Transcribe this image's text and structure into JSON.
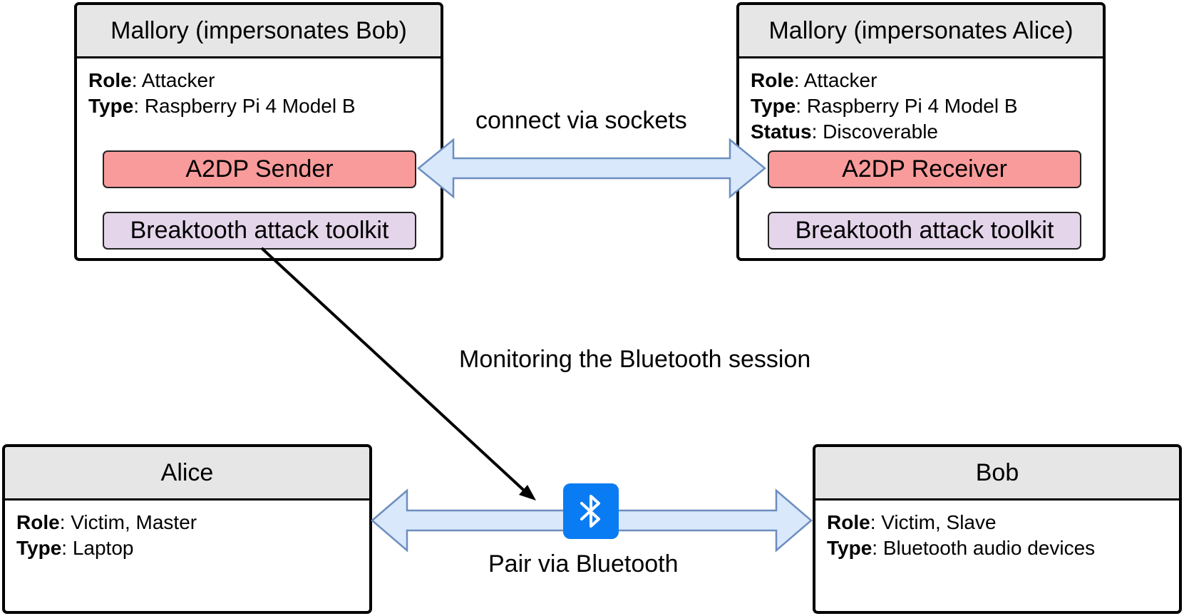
{
  "mallory_bob": {
    "title": "Mallory (impersonates Bob)",
    "role_key": "Role",
    "role_val": ": Attacker",
    "type_key": "Type",
    "type_val": ": Raspberry Pi 4 Model B",
    "sender": "A2DP Sender",
    "toolkit": "Breaktooth attack toolkit"
  },
  "mallory_alice": {
    "title": "Mallory (impersonates Alice)",
    "role_key": "Role",
    "role_val": ": Attacker",
    "type_key": "Type",
    "type_val": ": Raspberry Pi 4 Model B",
    "status_key": "Status",
    "status_val": ": Discoverable",
    "receiver": "A2DP Receiver",
    "toolkit": "Breaktooth attack toolkit"
  },
  "alice": {
    "title": "Alice",
    "role_key": "Role",
    "role_val": ": Victim, Master",
    "type_key": "Type",
    "type_val": ": Laptop"
  },
  "bob": {
    "title": "Bob",
    "role_key": "Role",
    "role_val": ": Victim, Slave",
    "type_key": "Type",
    "type_val": ": Bluetooth audio devices"
  },
  "labels": {
    "sockets": "connect via sockets",
    "monitoring": "Monitoring the Bluetooth session",
    "pair": "Pair via Bluetooth"
  },
  "icons": {
    "bluetooth": "bluetooth-icon"
  },
  "colors": {
    "header_bg": "#e6e6e6",
    "sender_bg": "#f99b9b",
    "toolkit_bg": "#e4d5ea",
    "arrow_fill": "#dae8fc",
    "arrow_stroke": "#6c8ebf",
    "bluetooth_bg": "#0a7cf3"
  }
}
